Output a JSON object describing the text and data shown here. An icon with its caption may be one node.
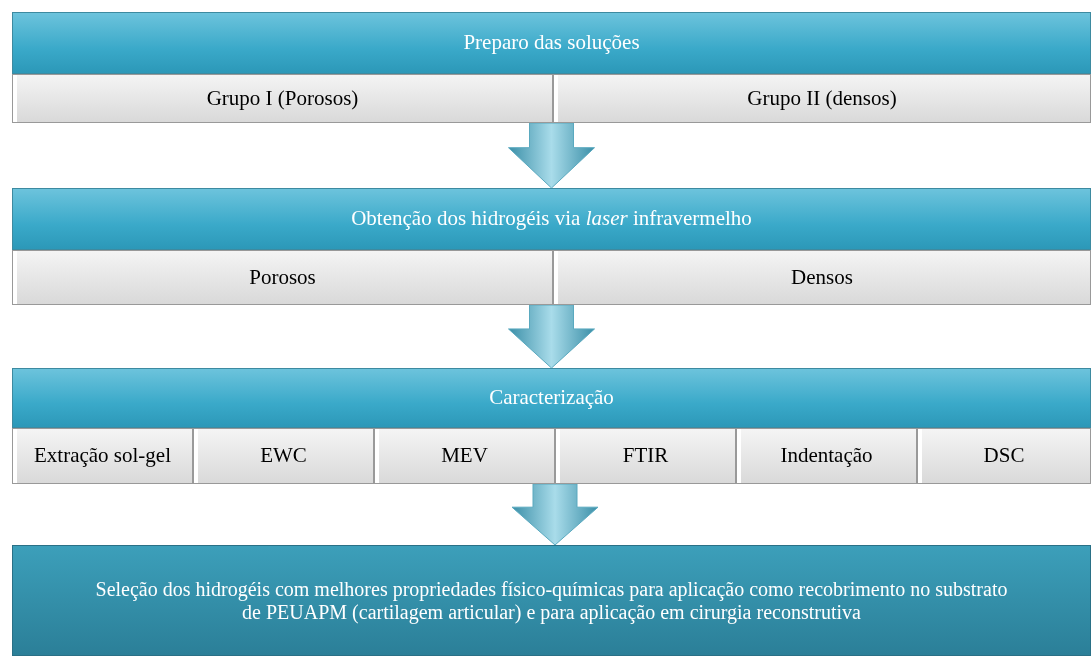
{
  "diagram": {
    "nodes": [
      {
        "text": [
          "Preparo das soluções"
        ]
      },
      {
        "text": [
          "Grupo I  (Porosos)"
        ]
      },
      {
        "text": [
          "Grupo II (densos)"
        ]
      },
      {
        "text": [
          "Obtenção dos hidrogéis via *laser* infravermelho"
        ]
      },
      {
        "text": [
          "Porosos"
        ]
      },
      {
        "text": [
          "Densos"
        ]
      },
      {
        "text": [
          "Caracterização"
        ]
      },
      {
        "text": [
          "Extração sol-gel"
        ]
      },
      {
        "text": [
          "EWC"
        ]
      },
      {
        "text": [
          "MEV"
        ]
      },
      {
        "text": [
          "FTIR"
        ]
      },
      {
        "text": [
          "Indentação"
        ]
      },
      {
        "text": [
          "DSC"
        ]
      },
      {
        "text": [
          "Seleção dos hidrogéis com melhores propriedades físico-químicas  para aplicação como recobrimento  no substrato de PEUAPM (cartilagem articular) e para aplicação em cirurgia reconstrutiva"
        ]
      }
    ],
    "edges": [
      {
        "from": 1,
        "to": 3,
        "arrow": "to"
      },
      {
        "from": 2,
        "to": 3,
        "arrow": "to"
      },
      {
        "from": 4,
        "to": 6,
        "arrow": "to"
      },
      {
        "from": 5,
        "to": 6,
        "arrow": "to"
      },
      {
        "from": 9,
        "to": 13,
        "arrow": "to"
      },
      {
        "from": 10,
        "to": 13,
        "arrow": "to"
      }
    ]
  }
}
